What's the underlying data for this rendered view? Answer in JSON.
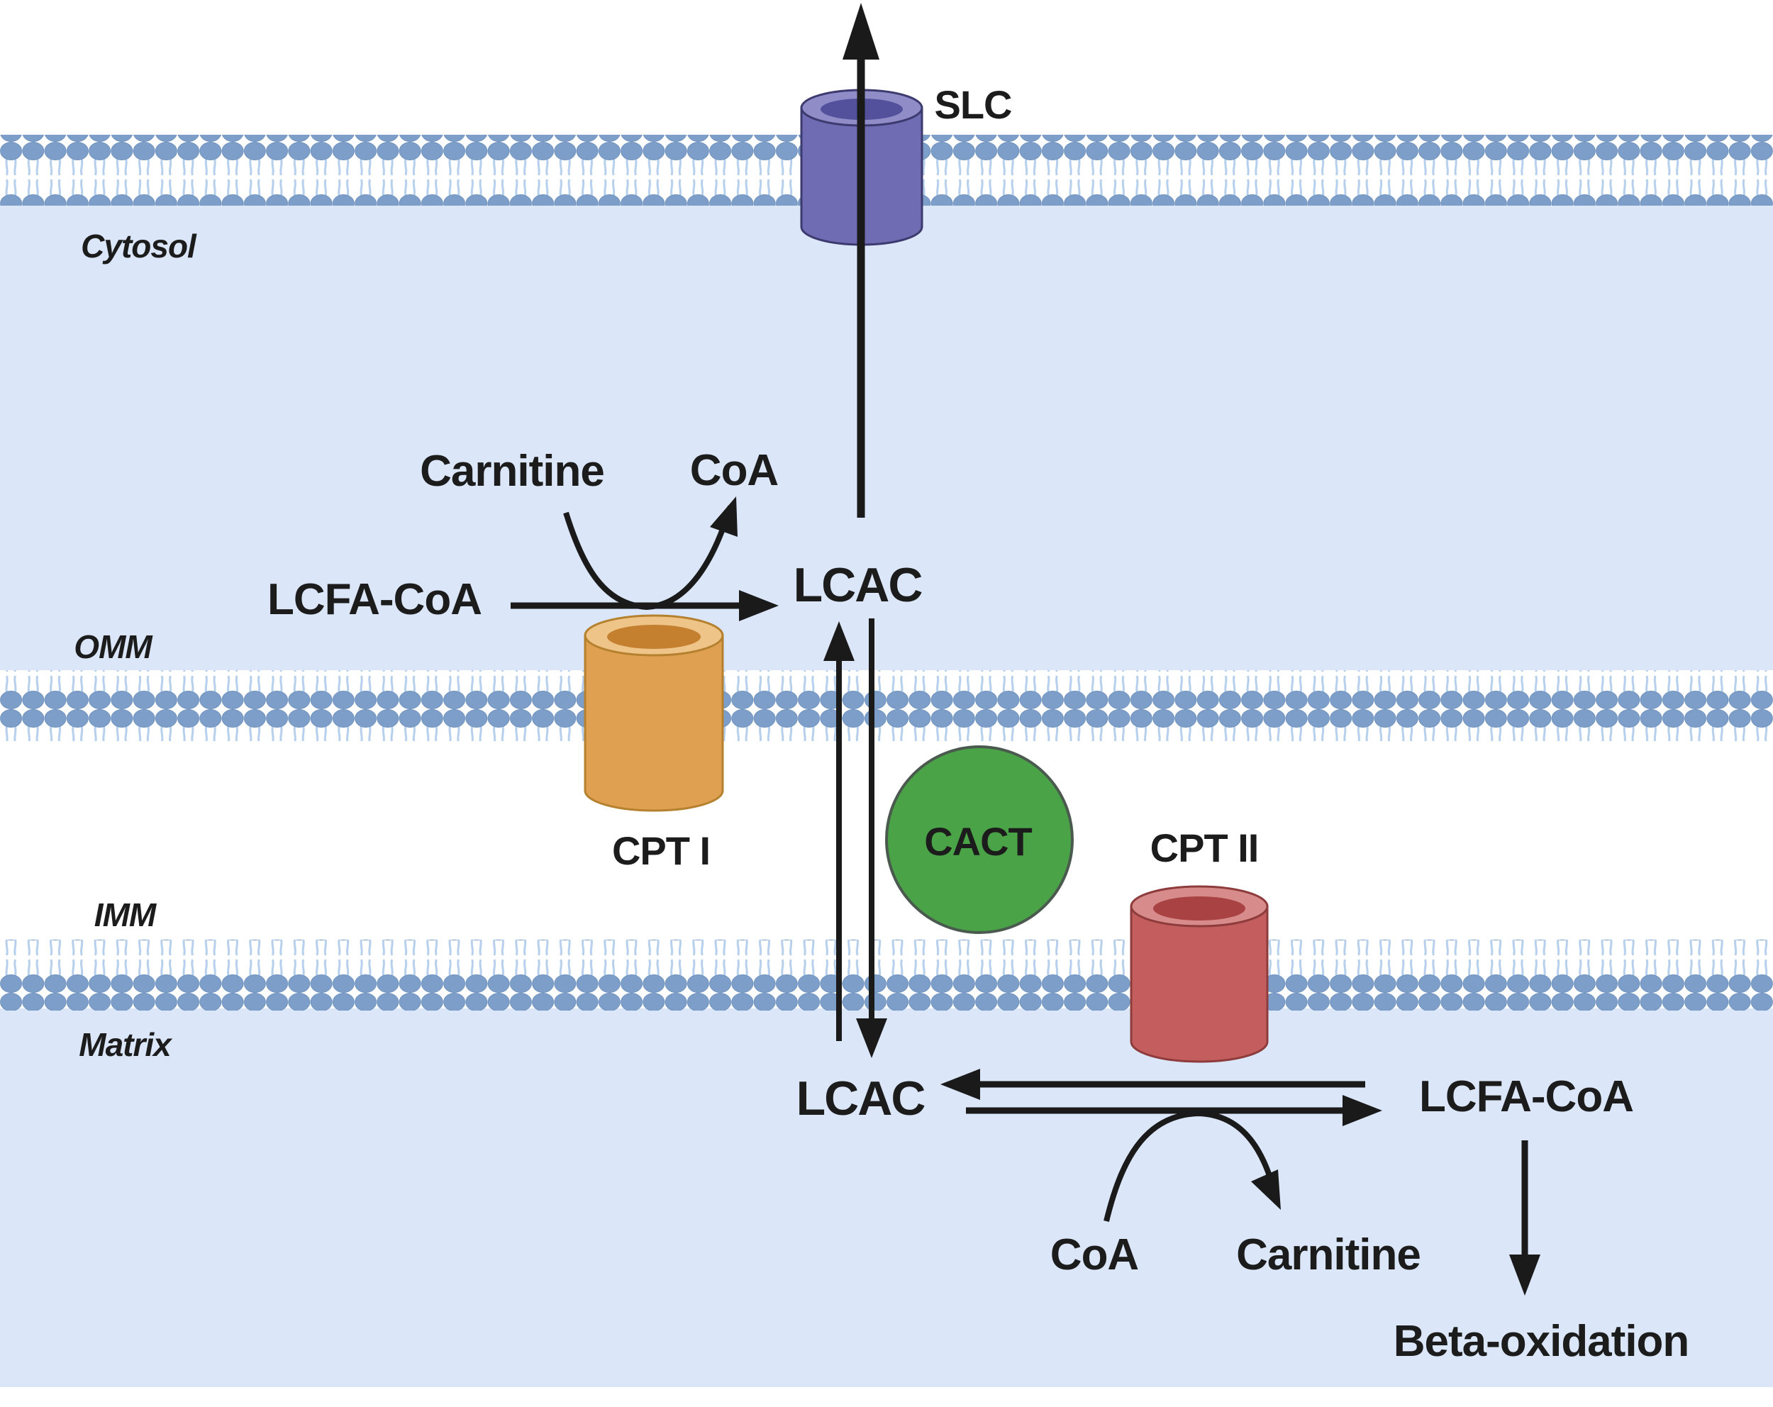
{
  "figure": {
    "type": "biological-pathway-diagram",
    "topic": "Carnitine shuttle / long-chain fatty acid transport into mitochondria"
  },
  "labels": {
    "cytosol": "Cytosol",
    "slc": "SLC",
    "carnitine_top": "Carnitine",
    "coa_top": "CoA",
    "lcfa_coa_top": "LCFA-CoA",
    "lcac_top": "LCAC",
    "omm": "OMM",
    "cpt1": "CPT I",
    "cact": "CACT",
    "cpt2": "CPT II",
    "imm": "IMM",
    "matrix": "Matrix",
    "lcac_matrix": "LCAC",
    "lcfa_coa_matrix": "LCFA-CoA",
    "coa_matrix": "CoA",
    "carnitine_matrix": "Carnitine",
    "beta_oxidation": "Beta-oxidation"
  },
  "colors": {
    "compartment_fill": "#dbe7f8",
    "membrane_head": "#7d9ec8",
    "membrane_tail": "#b5cfec",
    "slc_body": "#6f6cb4",
    "slc_rim": "#8f8cc8",
    "slc_hole": "#53509c",
    "cpt1_body": "#dfa052",
    "cpt1_rim": "#eec489",
    "cpt1_hole": "#c5802f",
    "cpt2_body": "#c35d5e",
    "cpt2_rim": "#d88b8b",
    "cpt2_hole": "#a94243",
    "cact_fill": "#4aa346",
    "arrow_color": "#1a1a1a",
    "text_color": "#1c1c1c"
  }
}
